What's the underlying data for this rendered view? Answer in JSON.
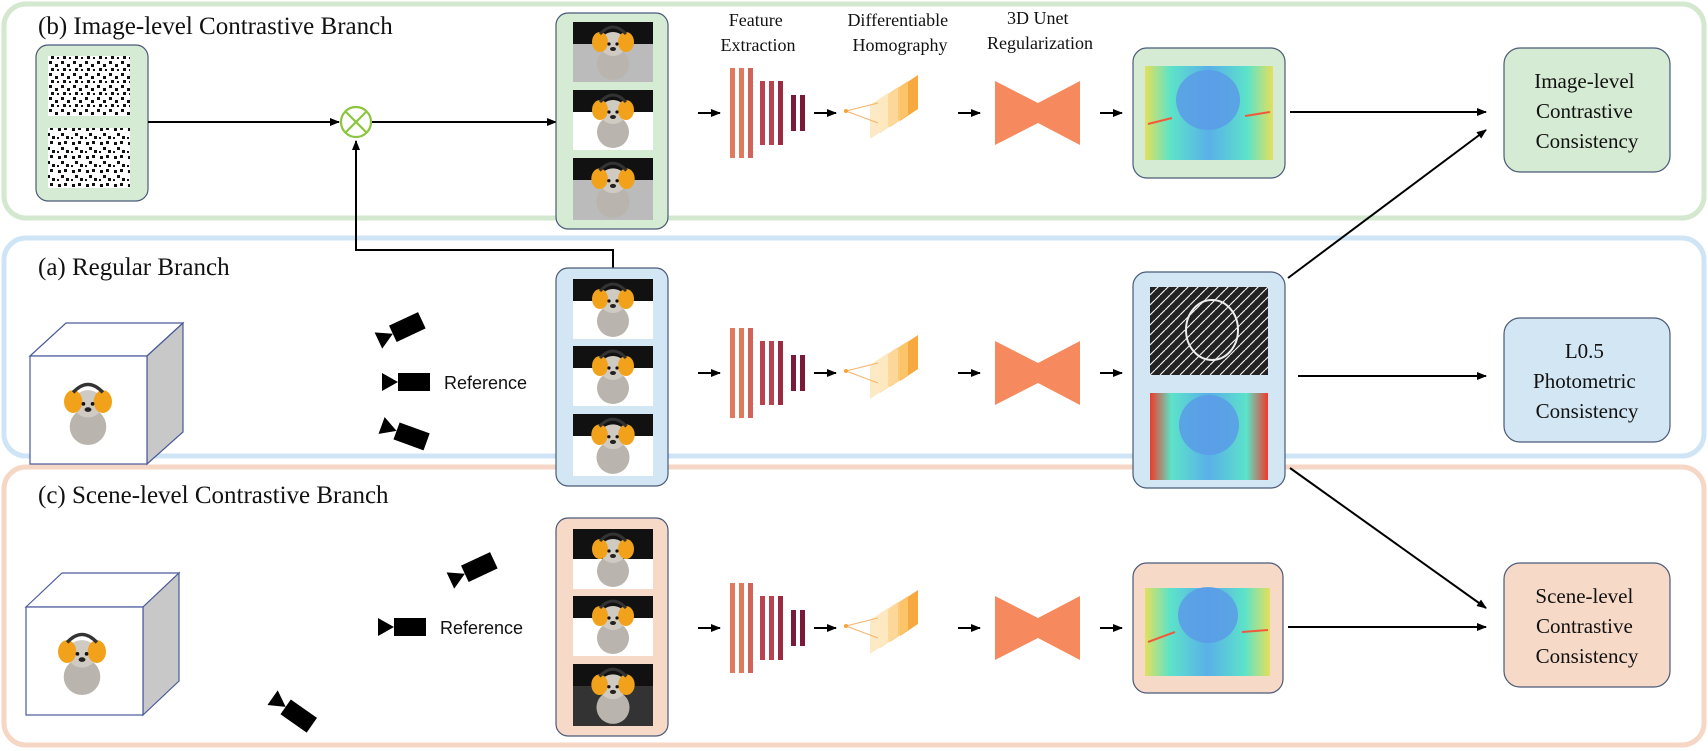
{
  "branches": {
    "image_level": {
      "title": "(b) Image-level Contrastive Branch",
      "color": "#d6ebd3",
      "border": "#d3e8cf"
    },
    "regular": {
      "title": "(a) Regular Branch",
      "color": "#d3e6f4",
      "border": "#cfe4f4"
    },
    "scene_level": {
      "title": "(c) Scene-level Contrastive Branch",
      "color": "#f7d9c8",
      "border": "#f6d7c6"
    }
  },
  "stages": {
    "feature_extraction": [
      "Feature",
      "Extraction"
    ],
    "homography": [
      "Differentiable",
      "Homography"
    ],
    "regularization": [
      "3D Unet",
      "Regularization"
    ]
  },
  "reference_label": "Reference",
  "outputs": {
    "image_level": [
      "Image-level",
      "Contrastive",
      "Consistency"
    ],
    "regular": [
      "L0.5",
      "Photometric",
      "Consistency"
    ],
    "scene_level": [
      "Scene-level",
      "Contrastive",
      "Consistency"
    ]
  },
  "colors": {
    "feature_bars": [
      "#e07a5f",
      "#d0645a",
      "#b8444f",
      "#9a2b44",
      "#7a1a38"
    ],
    "homography_planes": [
      "#fde9c2",
      "#fcd899",
      "#fbc56b",
      "#f7a335"
    ],
    "unet": "#f68a5e",
    "mask_symbol": "#8cc63f",
    "depth_low": "#5ab3e8",
    "depth_mid": "#55e6c9",
    "depth_high": "#e8e15a",
    "depth_red": "#ef3a2a"
  },
  "icons": [
    "camera-icon",
    "cube-icon",
    "mask-multiply-icon",
    "arrow-icon"
  ]
}
